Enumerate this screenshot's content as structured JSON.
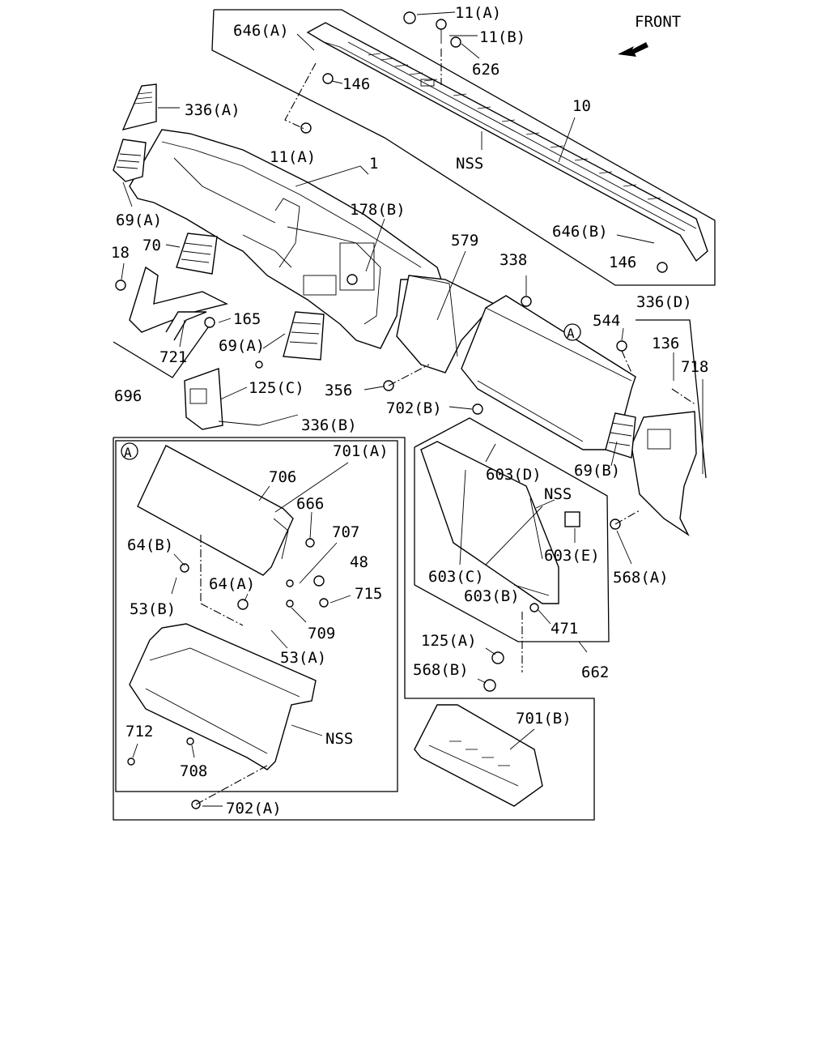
{
  "orientation": "FRONT",
  "callouts": [
    {
      "id": "l-11a-top",
      "text": "11(A)"
    },
    {
      "id": "l-11b",
      "text": "11(B)"
    },
    {
      "id": "l-646a",
      "text": "646(A)"
    },
    {
      "id": "l-626",
      "text": "626"
    },
    {
      "id": "l-146-top",
      "text": "146"
    },
    {
      "id": "l-336a",
      "text": "336(A)"
    },
    {
      "id": "l-10",
      "text": "10"
    },
    {
      "id": "l-11a-mid",
      "text": "11(A)"
    },
    {
      "id": "l-1",
      "text": "1"
    },
    {
      "id": "l-nss-top",
      "text": "NSS"
    },
    {
      "id": "l-178b",
      "text": "178(B)"
    },
    {
      "id": "l-69a-left",
      "text": "69(A)"
    },
    {
      "id": "l-646b",
      "text": "646(B)"
    },
    {
      "id": "l-70",
      "text": "70"
    },
    {
      "id": "l-579",
      "text": "579"
    },
    {
      "id": "l-18",
      "text": "18"
    },
    {
      "id": "l-338",
      "text": "338"
    },
    {
      "id": "l-146-right",
      "text": "146"
    },
    {
      "id": "l-165",
      "text": "165"
    },
    {
      "id": "l-336d",
      "text": "336(D)"
    },
    {
      "id": "l-544",
      "text": "544"
    },
    {
      "id": "l-69a-center",
      "text": "69(A)"
    },
    {
      "id": "l-136",
      "text": "136"
    },
    {
      "id": "l-721",
      "text": "721"
    },
    {
      "id": "l-718",
      "text": "718"
    },
    {
      "id": "l-125c",
      "text": "125(C)"
    },
    {
      "id": "l-356",
      "text": "356"
    },
    {
      "id": "l-696",
      "text": "696"
    },
    {
      "id": "l-702b",
      "text": "702(B)"
    },
    {
      "id": "l-336b",
      "text": "336(B)"
    },
    {
      "id": "l-701a",
      "text": "701(A)"
    },
    {
      "id": "l-69b",
      "text": "69(B)"
    },
    {
      "id": "l-603d",
      "text": "603(D)"
    },
    {
      "id": "l-706",
      "text": "706"
    },
    {
      "id": "l-nss-right",
      "text": "NSS"
    },
    {
      "id": "l-666",
      "text": "666"
    },
    {
      "id": "l-707",
      "text": "707"
    },
    {
      "id": "l-64b",
      "text": "64(B)"
    },
    {
      "id": "l-603e",
      "text": "603(E)"
    },
    {
      "id": "l-48",
      "text": "48"
    },
    {
      "id": "l-568a",
      "text": "568(A)"
    },
    {
      "id": "l-64a",
      "text": "64(A)"
    },
    {
      "id": "l-603c",
      "text": "603(C)"
    },
    {
      "id": "l-715",
      "text": "715"
    },
    {
      "id": "l-53b",
      "text": "53(B)"
    },
    {
      "id": "l-603b",
      "text": "603(B)"
    },
    {
      "id": "l-709",
      "text": "709"
    },
    {
      "id": "l-471",
      "text": "471"
    },
    {
      "id": "l-53a",
      "text": "53(A)"
    },
    {
      "id": "l-125a",
      "text": "125(A)"
    },
    {
      "id": "l-662",
      "text": "662"
    },
    {
      "id": "l-568b",
      "text": "568(B)"
    },
    {
      "id": "l-701b",
      "text": "701(B)"
    },
    {
      "id": "l-nss-bottom",
      "text": "NSS"
    },
    {
      "id": "l-712",
      "text": "712"
    },
    {
      "id": "l-708",
      "text": "708"
    },
    {
      "id": "l-702a",
      "text": "702(A)"
    }
  ],
  "view_markers": [
    {
      "id": "marker-a-top",
      "text": "A"
    },
    {
      "id": "marker-a-inset",
      "text": "A"
    }
  ]
}
